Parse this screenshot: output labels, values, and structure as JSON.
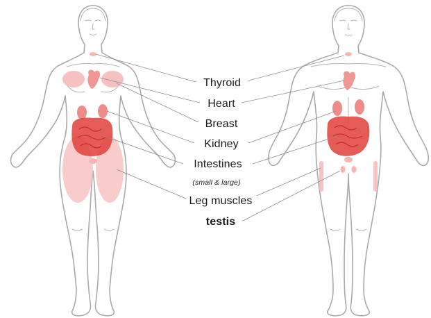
{
  "labels": {
    "thyroid": "Thyroid",
    "heart": "Heart",
    "breast": "Breast",
    "kidney": "Kidney",
    "intestines": "Intestines",
    "intestines_note": "(small & large)",
    "leg_muscles": "Leg muscles",
    "testis": "testis"
  },
  "colors": {
    "organ_light": "#f4b7b4",
    "organ_mid": "#ee8c87",
    "organ_dark": "#e0403a",
    "outline": "#a9a9a9",
    "leader_line": "#8c8c8c"
  }
}
